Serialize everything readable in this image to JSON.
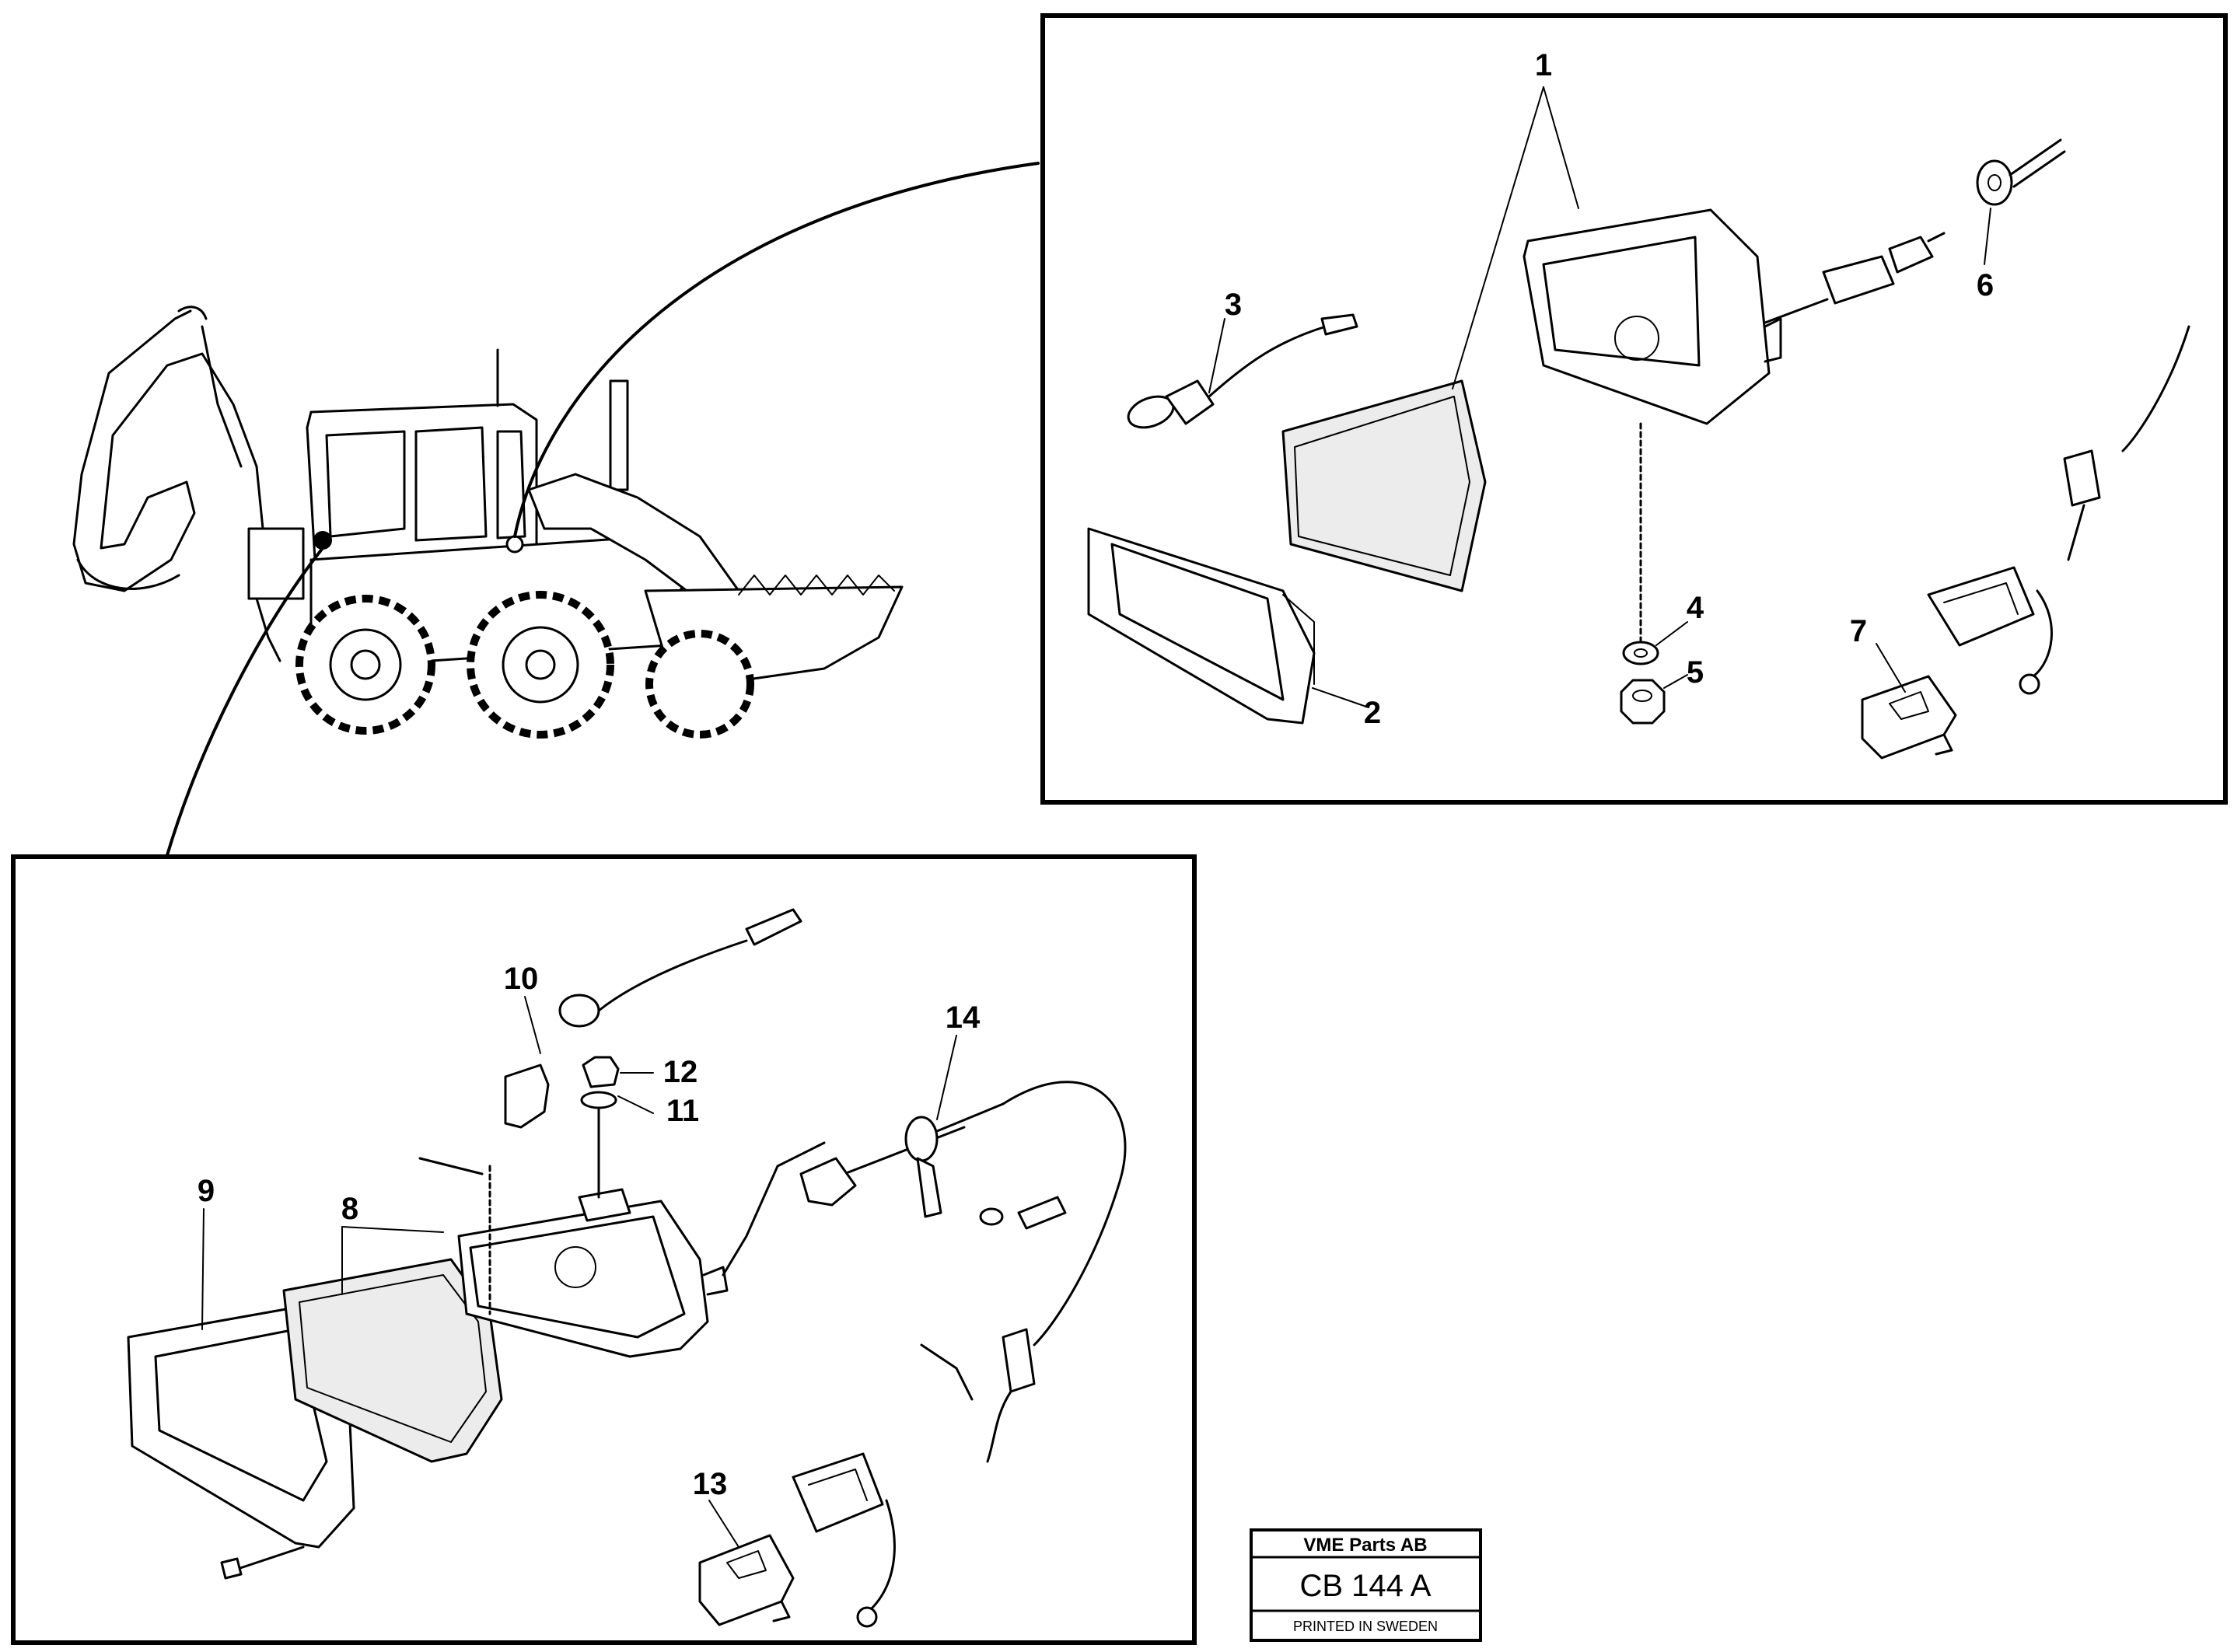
{
  "callouts": {
    "c1": "1",
    "c2": "2",
    "c3": "3",
    "c4": "4",
    "c5": "5",
    "c6": "6",
    "c7": "7",
    "c8": "8",
    "c9": "9",
    "c10": "10",
    "c11": "11",
    "c12": "12",
    "c13": "13",
    "c14": "14"
  },
  "title_block": {
    "company": "VME Parts AB",
    "drawing_number": "CB 144 A",
    "printed": "PRINTED IN SWEDEN"
  }
}
